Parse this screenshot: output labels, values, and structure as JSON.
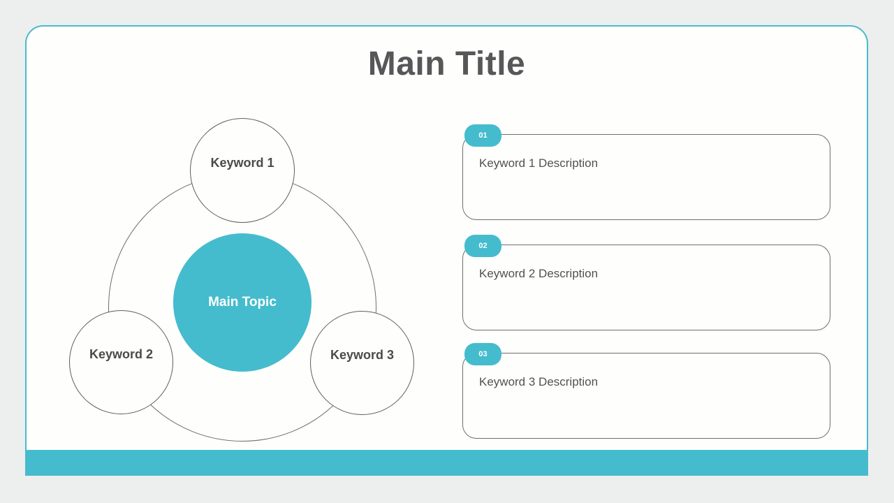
{
  "slide": {
    "title": "Main Title",
    "diagram": {
      "center_label": "Main Topic",
      "satellites": [
        {
          "label": "Keyword 1"
        },
        {
          "label": "Keyword 2"
        },
        {
          "label": "Keyword 3"
        }
      ]
    },
    "items": [
      {
        "number": "01",
        "description": "Keyword 1 Description"
      },
      {
        "number": "02",
        "description": "Keyword 2 Description"
      },
      {
        "number": "03",
        "description": "Keyword 3 Description"
      }
    ],
    "colors": {
      "accent_teal": "#44BCCD",
      "border_teal": "#4BB9CE",
      "title_text": "#57575A",
      "body_text": "#515151",
      "outline_gray": "#6E6E6E",
      "slide_background": "#FEFEFC",
      "page_background": "#EDEEEE"
    }
  }
}
